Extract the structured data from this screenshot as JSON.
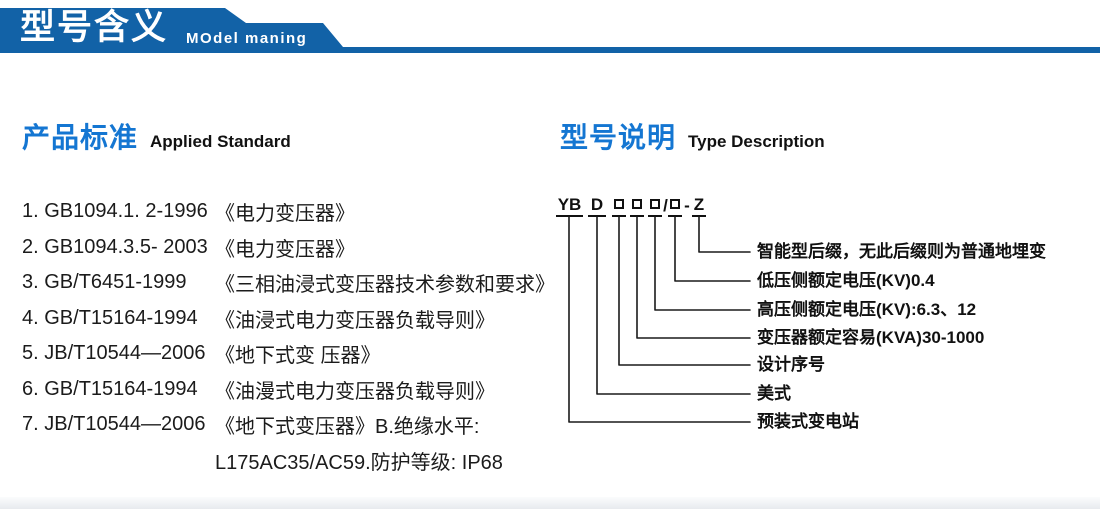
{
  "header": {
    "title_zh": "型号含义",
    "title_en": "MOdel maning"
  },
  "left_section": {
    "heading_zh": "产品标准",
    "heading_en": "Applied Standard",
    "standards": [
      {
        "code": "1. GB1094.1. 2-1996",
        "title": "《电力变压器》"
      },
      {
        "code": "2. GB1094.3.5- 2003",
        "title": "《电力变压器》"
      },
      {
        "code": "3. GB/T6451-1999",
        "title": "《三相油浸式变压器技术参数和要求》"
      },
      {
        "code": "4. GB/T15164-1994",
        "title": "《油浸式电力变压器负载导则》"
      },
      {
        "code": "5. JB/T10544—2006",
        "title": "《地下式变 压器》"
      },
      {
        "code": "6. GB/T15164-1994",
        "title": "《油漫式电力变压器负载导则》"
      },
      {
        "code": "7. JB/T10544—2006",
        "title": "《地下式变压器》B.绝缘水平:"
      }
    ],
    "continuation": "L175AC35/AC59.防护等级: IP68"
  },
  "right_section": {
    "heading_zh": "型号说明",
    "heading_en": "Type Description",
    "model_code": {
      "prefix": "YB",
      "type_letter": "D",
      "slash": "/",
      "dash": "-",
      "suffix": "Z"
    },
    "labels": [
      "智能型后缀，无此后缀则为普通地埋变",
      "低压侧额定电压(KV)0.4",
      "高压侧额定电压(KV):6.3、12",
      "变压器额定容易(KVA)30-1000",
      "设计序号",
      "美式",
      "预装式变电站"
    ]
  },
  "colors": {
    "banner_blue": "#1262a7",
    "heading_blue": "#1476d2",
    "text": "#1b1b1b"
  }
}
